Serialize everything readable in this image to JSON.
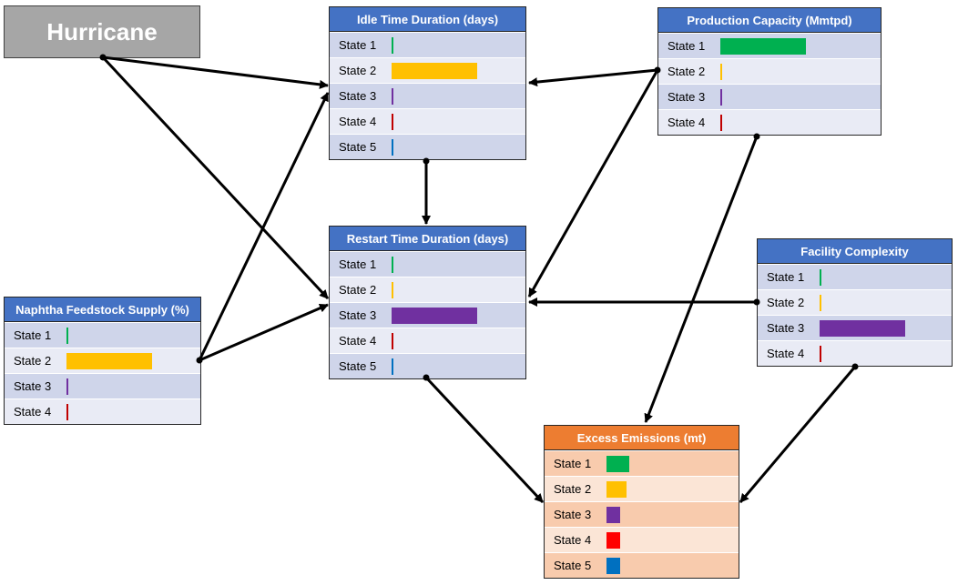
{
  "hurricane": {
    "label": "Hurricane"
  },
  "nodes": {
    "idle": {
      "title": "Idle Time Duration (days)",
      "header_color": "#4472c4",
      "states": [
        {
          "label": "State 1",
          "value": 0.005,
          "color": "#00b050"
        },
        {
          "label": "State 2",
          "value": 1.0,
          "color": "#ffc000"
        },
        {
          "label": "State 3",
          "value": 0.005,
          "color": "#7030a0"
        },
        {
          "label": "State 4",
          "value": 0.005,
          "color": "#c00000"
        },
        {
          "label": "State 5",
          "value": 0.005,
          "color": "#0070c0"
        }
      ]
    },
    "production": {
      "title": "Production Capacity (Mmtpd)",
      "header_color": "#4472c4",
      "states": [
        {
          "label": "State 1",
          "value": 1.0,
          "color": "#00b050"
        },
        {
          "label": "State 2",
          "value": 0.005,
          "color": "#ffc000"
        },
        {
          "label": "State 3",
          "value": 0.005,
          "color": "#7030a0"
        },
        {
          "label": "State 4",
          "value": 0.005,
          "color": "#c00000"
        }
      ]
    },
    "restart": {
      "title": "Restart Time Duration (days)",
      "header_color": "#4472c4",
      "states": [
        {
          "label": "State 1",
          "value": 0.005,
          "color": "#00b050"
        },
        {
          "label": "State 2",
          "value": 0.005,
          "color": "#ffc000"
        },
        {
          "label": "State 3",
          "value": 1.0,
          "color": "#7030a0"
        },
        {
          "label": "State 4",
          "value": 0.005,
          "color": "#c00000"
        },
        {
          "label": "State 5",
          "value": 0.005,
          "color": "#0070c0"
        }
      ]
    },
    "facility": {
      "title": "Facility Complexity",
      "header_color": "#4472c4",
      "states": [
        {
          "label": "State 1",
          "value": 0.005,
          "color": "#00b050"
        },
        {
          "label": "State 2",
          "value": 0.005,
          "color": "#ffc000"
        },
        {
          "label": "State 3",
          "value": 1.0,
          "color": "#7030a0"
        },
        {
          "label": "State 4",
          "value": 0.005,
          "color": "#c00000"
        }
      ]
    },
    "naphtha": {
      "title": "Naphtha Feedstock Supply (%)",
      "header_color": "#4472c4",
      "states": [
        {
          "label": "State 1",
          "value": 0.005,
          "color": "#00b050"
        },
        {
          "label": "State 2",
          "value": 1.0,
          "color": "#ffc000"
        },
        {
          "label": "State 3",
          "value": 0.005,
          "color": "#7030a0"
        },
        {
          "label": "State 4",
          "value": 0.005,
          "color": "#c00000"
        }
      ]
    },
    "emissions": {
      "title": "Excess Emissions (mt)",
      "header_color": "#ed7d31",
      "states": [
        {
          "label": "State 1",
          "value": 0.27,
          "color": "#00b050"
        },
        {
          "label": "State 2",
          "value": 0.23,
          "color": "#ffc000"
        },
        {
          "label": "State 3",
          "value": 0.16,
          "color": "#7030a0"
        },
        {
          "label": "State 4",
          "value": 0.16,
          "color": "#ff0000"
        },
        {
          "label": "State 5",
          "value": 0.16,
          "color": "#0070c0"
        }
      ]
    }
  },
  "theme": {
    "blue_row_dark": "#cfd5ea",
    "blue_row_light": "#e9ebf5",
    "orange_row_dark": "#f8cbad",
    "orange_row_light": "#fbe5d6"
  }
}
